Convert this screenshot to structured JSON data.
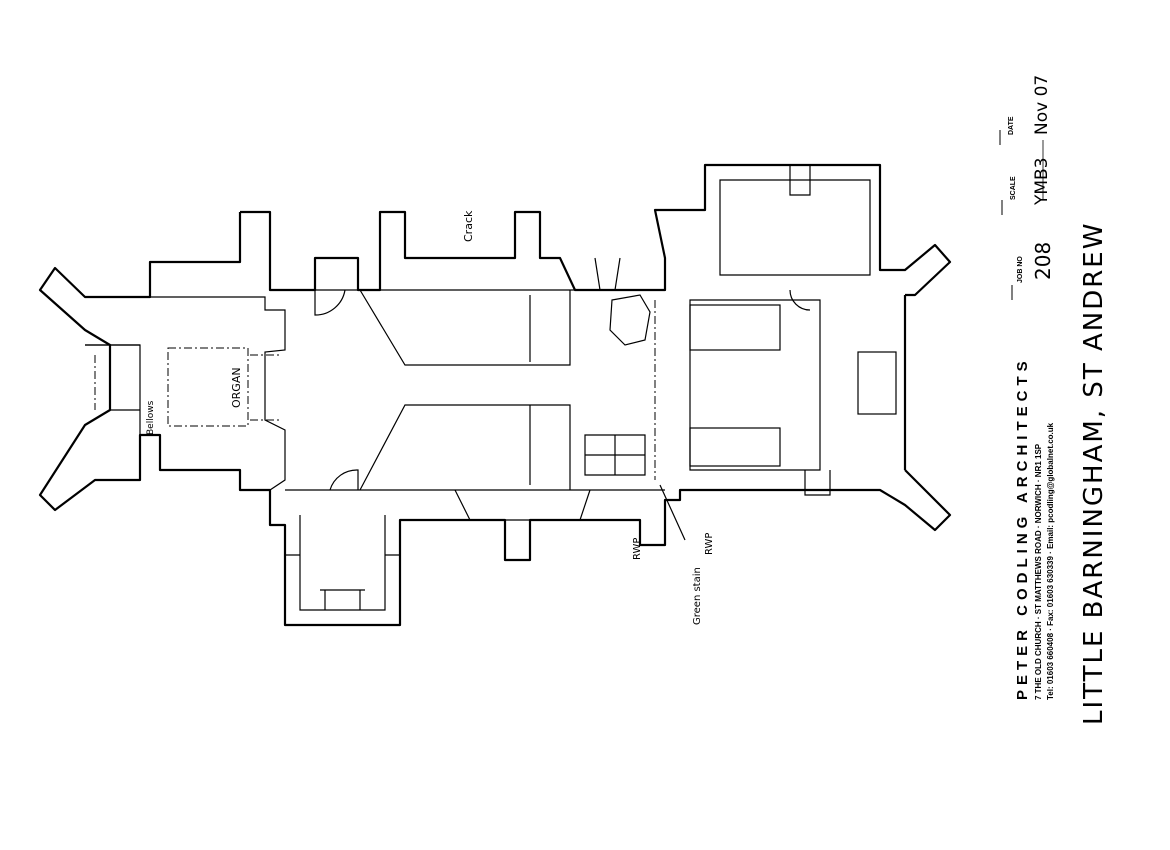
{
  "plan": {
    "labels": {
      "organ": "ORGAN",
      "bellows": "Bellows",
      "crack": "Crack",
      "rwp_1": "RWP",
      "rwp_2": "RWP",
      "green_stain": "Green stain"
    }
  },
  "title_block": {
    "firm": "PETER CODLING ARCHITECTS",
    "address_line": "7 THE OLD CHURCH  ·  ST MATTHEWS ROAD  ·  NORWICH  ·  NR1 1SP",
    "contact_line": "Tel: 01603 660408  ·  Fax: 01603 630339  ·  Email: pcodling@globalnet.co.uk",
    "job_no_label": "JOB NO",
    "job_no": "208",
    "scale_label": "SCALE",
    "scale": "YMB3",
    "date_label": "DATE",
    "date": "Nov 07",
    "project": "LITTLE BARNINGHAM,   ST ANDREW"
  }
}
